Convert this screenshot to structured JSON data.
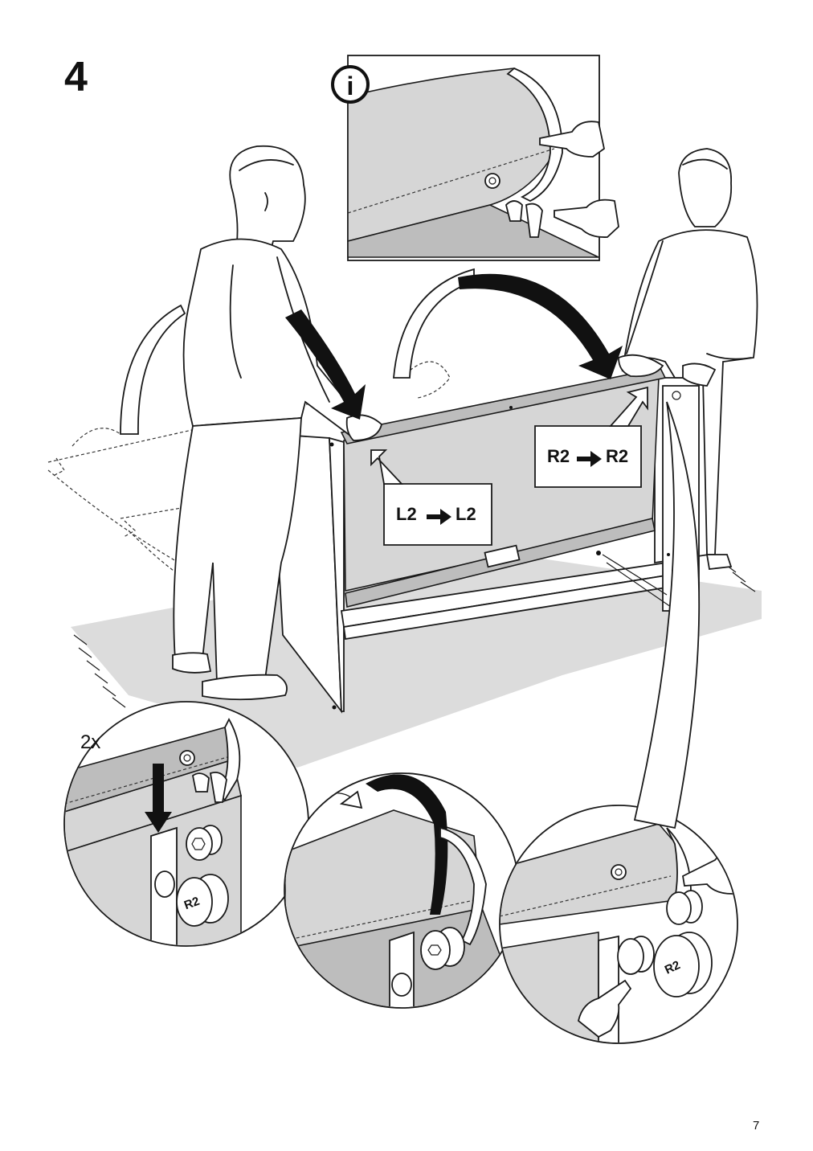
{
  "step": {
    "number": "4"
  },
  "page": {
    "number": "7"
  },
  "info": {
    "icon": "info-icon",
    "symbol": "i"
  },
  "labels": {
    "left": {
      "from": "L2",
      "to": "L2"
    },
    "right": {
      "from": "R2",
      "to": "R2"
    }
  },
  "detail": {
    "quantity": "2x",
    "knob_label": "R2"
  }
}
